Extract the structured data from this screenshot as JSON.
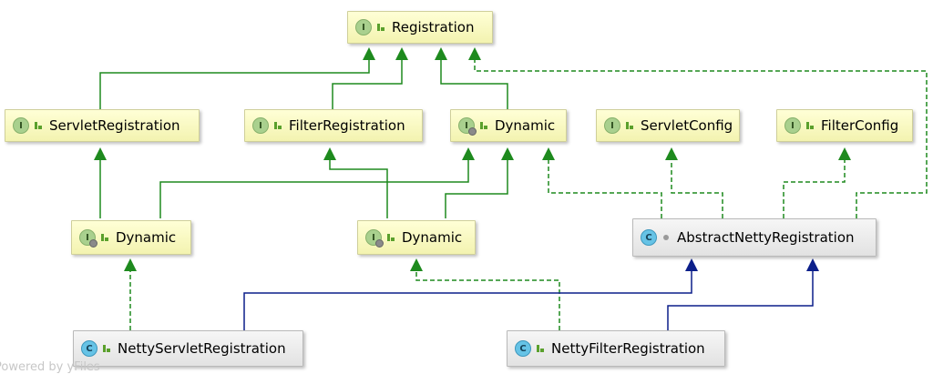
{
  "nodes": {
    "registration": {
      "label": "Registration",
      "kind": "interface"
    },
    "servlet_registration": {
      "label": "ServletRegistration",
      "kind": "interface"
    },
    "filter_registration": {
      "label": "FilterRegistration",
      "kind": "interface"
    },
    "registration_dynamic": {
      "label": "Dynamic",
      "kind": "interface",
      "nested": true
    },
    "servlet_config": {
      "label": "ServletConfig",
      "kind": "interface"
    },
    "filter_config": {
      "label": "FilterConfig",
      "kind": "interface"
    },
    "servlet_dynamic": {
      "label": "Dynamic",
      "kind": "interface",
      "nested": true
    },
    "filter_dynamic": {
      "label": "Dynamic",
      "kind": "interface",
      "nested": true
    },
    "abstract_netty_registration": {
      "label": "AbstractNettyRegistration",
      "kind": "abstract-class"
    },
    "netty_servlet_registration": {
      "label": "NettyServletRegistration",
      "kind": "class"
    },
    "netty_filter_registration": {
      "label": "NettyFilterRegistration",
      "kind": "class"
    }
  },
  "badges": {
    "interface": "I",
    "class": "C"
  },
  "colors": {
    "extends": "#1e8a1e",
    "implements": "#1e8a1e",
    "class_extends": "#0c1f8a"
  },
  "footer_text": "Powered by yFiles"
}
